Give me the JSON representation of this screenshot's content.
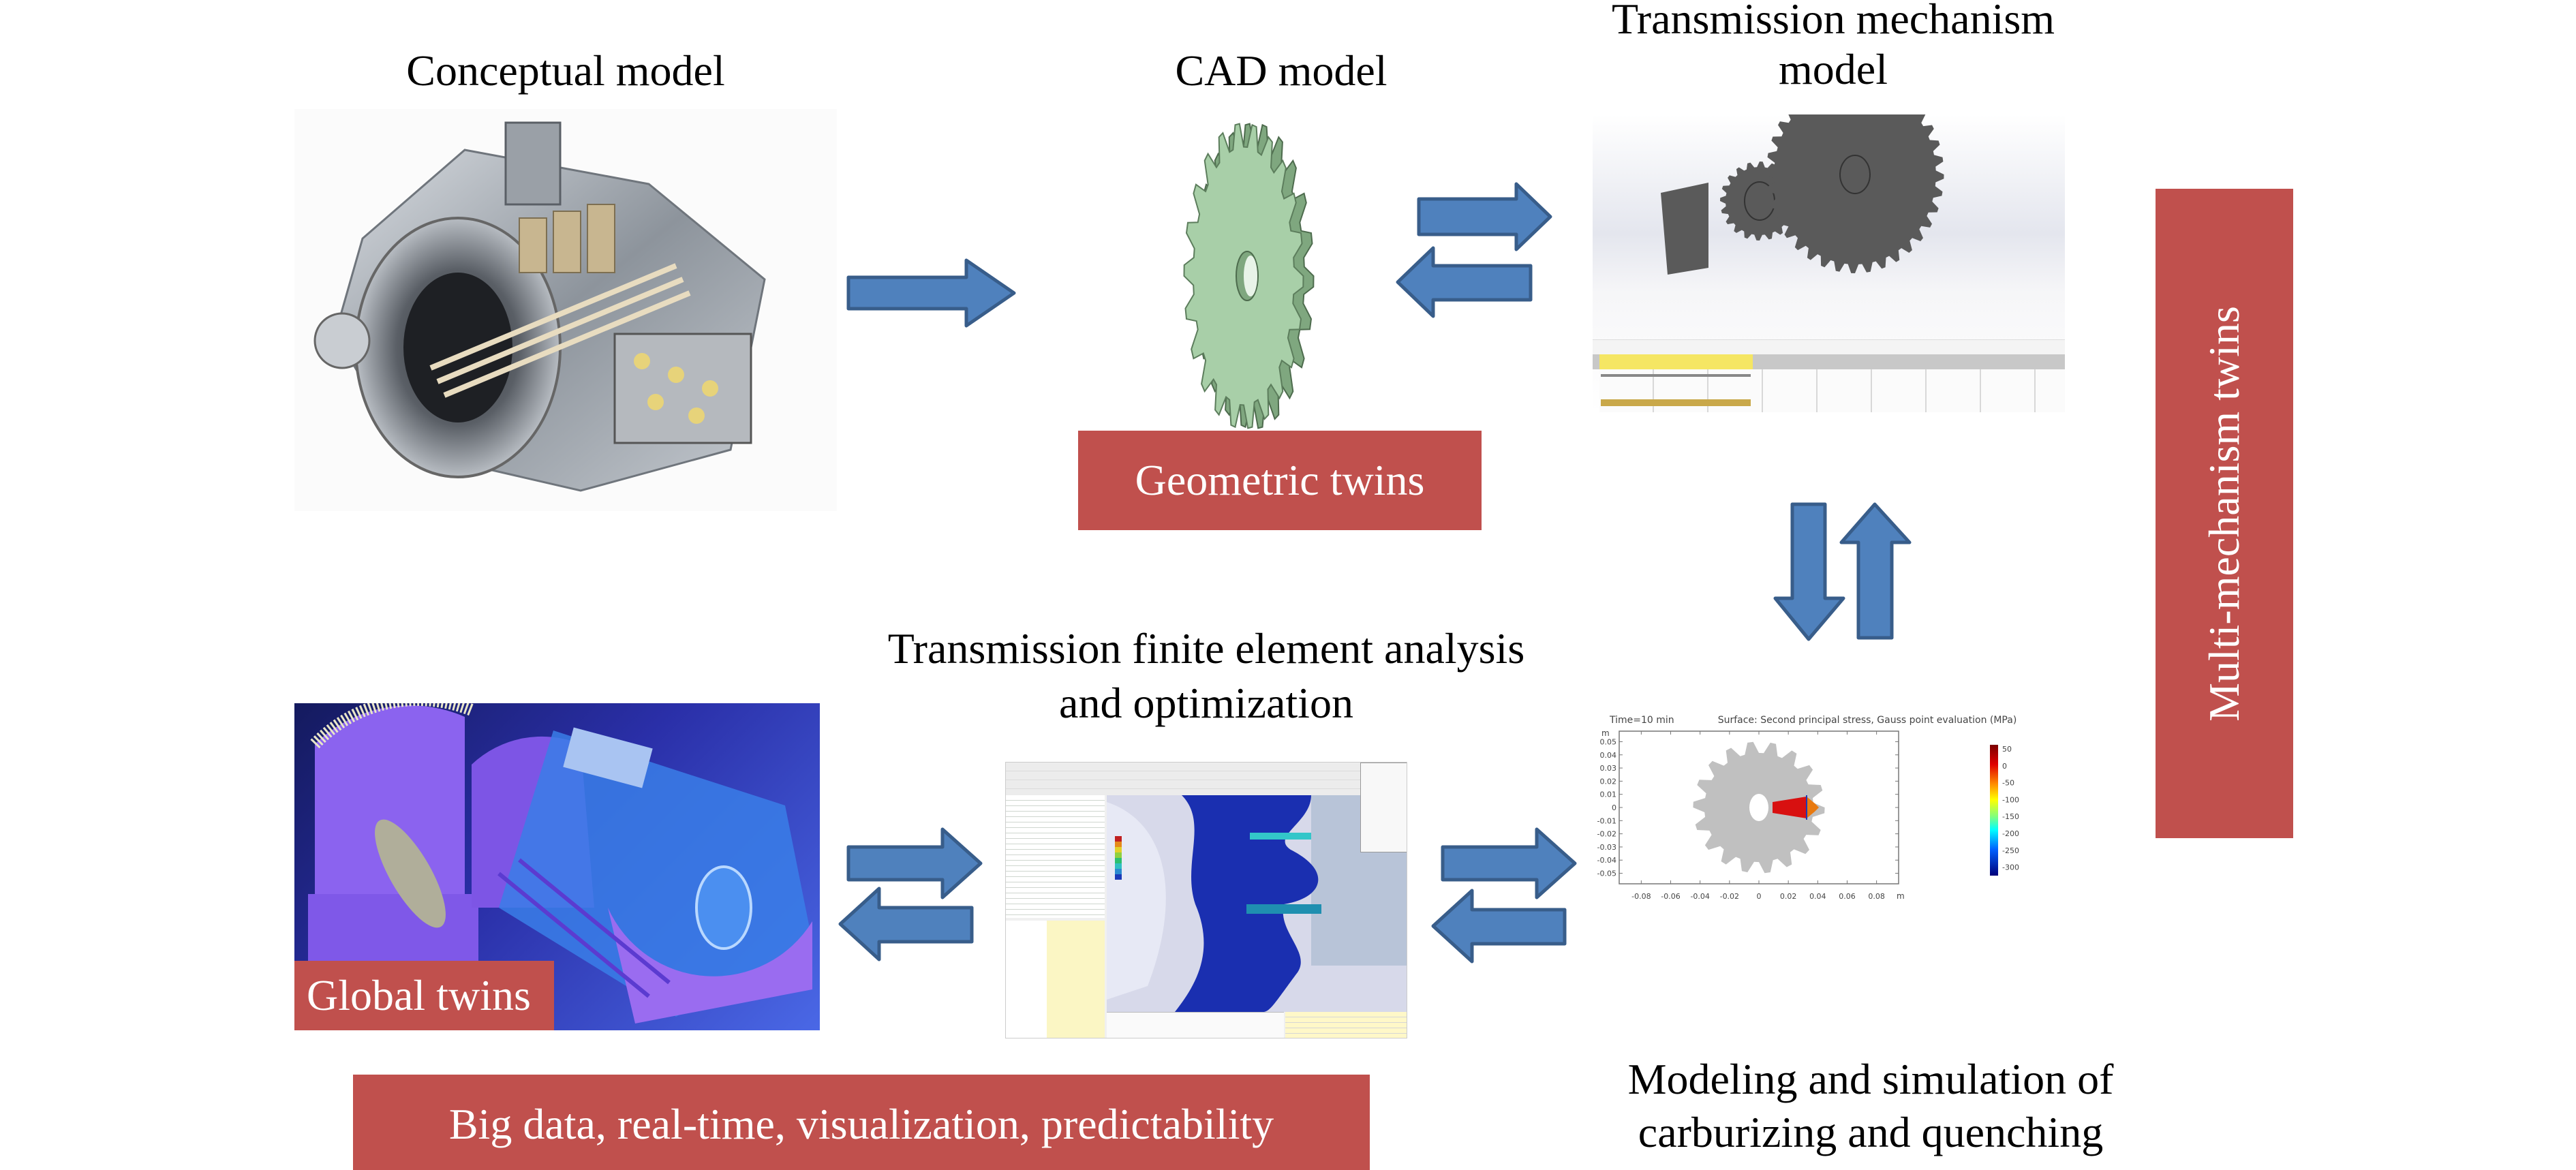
{
  "stages": {
    "conceptual": {
      "title": "Conceptual model",
      "image": "transmission-cutaway-image"
    },
    "cad": {
      "title": "CAD model",
      "image": "green-spur-gear-cad-image",
      "gear_color": "#a8cfa8"
    },
    "mechanism": {
      "title_line1": "Transmission mechanism",
      "title_line2": "model",
      "image": "meshing-gears-motion-study-image",
      "gear_color": "#5a5a5a",
      "timeline_highlight": "#f5e663"
    },
    "fea": {
      "title_line1": "Transmission finite element analysis",
      "title_line2": "and optimization",
      "image": "fea-software-screenshot-image"
    },
    "global": {
      "image": "gearbox-3d-render-image"
    },
    "carburizing": {
      "title_line1": "Modeling and simulation of",
      "title_line2": "carburizing and quenching"
    }
  },
  "labels": {
    "geometric_twins": "Geometric twins",
    "multi_mechanism_twins": "Multi-mechanism twins",
    "global_twins": "Global twins",
    "banner": "Big data, real-time, visualization, predictability"
  },
  "colors": {
    "label_box": "#c0504d",
    "arrow_fill": "#4f81bd",
    "arrow_stroke": "#385d8a"
  },
  "arrows": [
    {
      "from": "conceptual",
      "to": "cad",
      "direction": "right"
    },
    {
      "from": "cad",
      "to": "mechanism",
      "direction": "right"
    },
    {
      "from": "mechanism",
      "to": "cad",
      "direction": "left"
    },
    {
      "from": "mechanism",
      "to": "carburizing",
      "direction": "down"
    },
    {
      "from": "carburizing",
      "to": "mechanism",
      "direction": "up"
    },
    {
      "from": "global",
      "to": "fea",
      "direction": "right"
    },
    {
      "from": "fea",
      "to": "global",
      "direction": "left"
    },
    {
      "from": "fea",
      "to": "carburizing",
      "direction": "right"
    },
    {
      "from": "carburizing",
      "to": "fea",
      "direction": "left"
    }
  ],
  "stress_plot": {
    "time_label": "Time=10 min",
    "title": "Surface: Second principal stress, Gauss point evaluation (MPa)",
    "axis_unit": "m",
    "x_ticks": [
      "-0.08",
      "-0.06",
      "-0.04",
      "-0.02",
      "0",
      "0.02",
      "0.04",
      "0.06",
      "0.08"
    ],
    "y_ticks": [
      "0.05",
      "0.04",
      "0.03",
      "0.02",
      "0.01",
      "0",
      "-0.01",
      "-0.02",
      "-0.03",
      "-0.04",
      "-0.05"
    ],
    "colorbar_ticks": [
      "50",
      "0",
      "-50",
      "-100",
      "-150",
      "-200",
      "-250",
      "-300"
    ],
    "gear_teeth": 18
  }
}
